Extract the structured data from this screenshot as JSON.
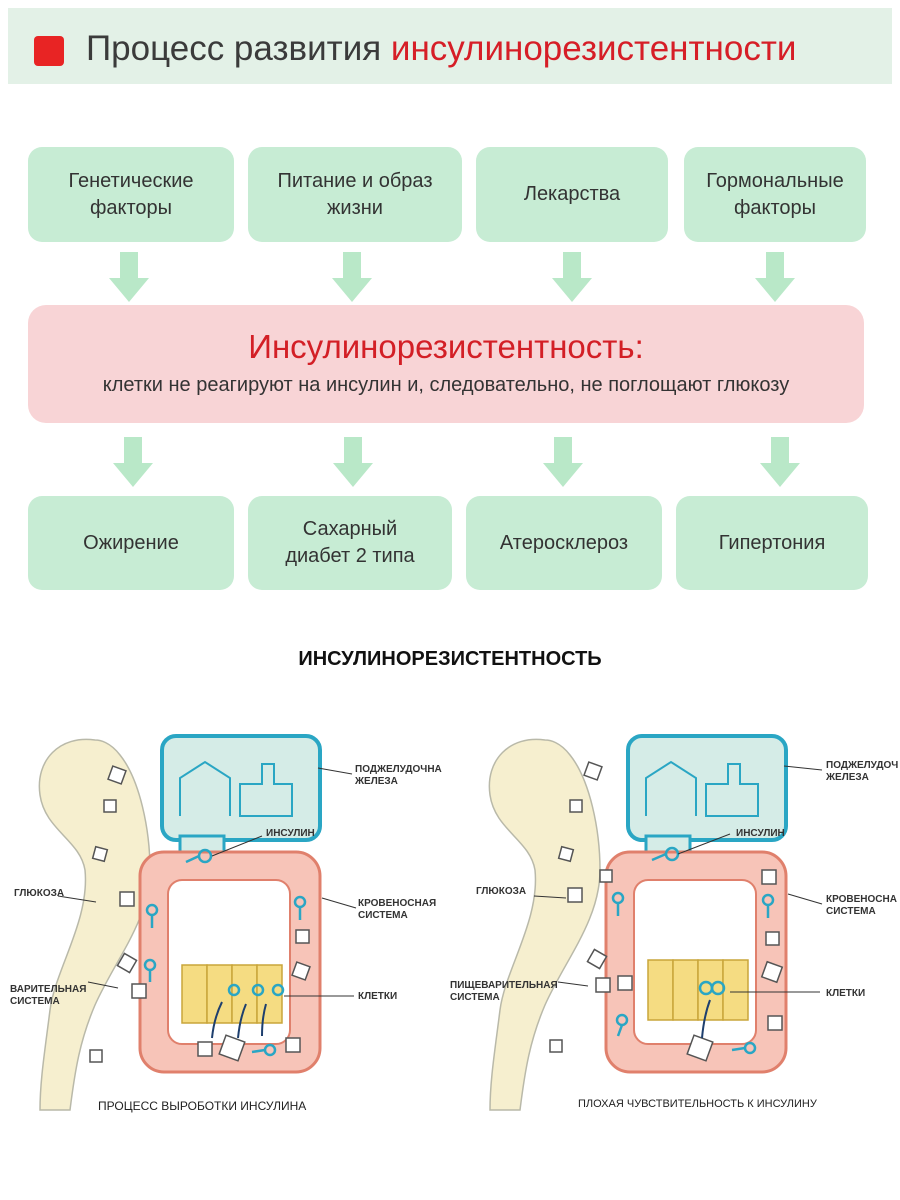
{
  "header": {
    "title_plain": "Процесс развития ",
    "title_highlight": "инсулинорезистентности",
    "accent": "#e82424"
  },
  "causes": [
    "Генетические\nфакторы",
    "Питание и образ\nжизни",
    "Лекарства",
    "Гормональные\nфакторы"
  ],
  "center": {
    "title": "Инсулинорезистентность:",
    "description": "клетки не реагируют на инсулин и, следовательно, не поглощают глюкозу"
  },
  "effects": [
    "Ожирение",
    "Сахарный\nдиабет 2 типа",
    "Атеросклероз",
    "Гипертония"
  ],
  "illustration": {
    "title": "ИНСУЛИНОРЕЗИСТЕНТНОСТЬ",
    "left": {
      "caption": "ПРОЦЕСС ВЫРОБОТКИ ИНСУЛИНА",
      "labels": {
        "pancreas": "ПОДЖЕЛУДОЧНА\nЖЕЛЕЗА",
        "insulin": "ИНСУЛИН",
        "glucose": "ГЛЮКОЗА",
        "blood": "КРОВЕНОСНАЯ\nСИСТЕМА",
        "digestive": "ВАРИТЕЛЬНАЯ\nСИСТЕМА",
        "cells": "КЛЕТКИ"
      }
    },
    "right": {
      "caption": "ПЛОХАЯ ЧУВСТВИТЕЛЬНОСТЬ К ИНСУЛИНУ",
      "labels": {
        "pancreas": "ПОДЖЕЛУДОЧ\nЖЕЛЕЗА",
        "insulin": "ИНСУЛИН",
        "glucose": "ГЛЮКОЗА",
        "blood": "КРОВЕНОСНА\nСИСТЕМА",
        "digestive": "ПИЩЕВАРИТЕЛЬНАЯ\nСИСТЕМА",
        "cells": "КЛЕТКИ"
      }
    }
  },
  "colors": {
    "green_box": "#c7ecd4",
    "arrow": "#b9e8c8",
    "pink_box": "#f8d4d6",
    "red_text": "#d31f26"
  }
}
